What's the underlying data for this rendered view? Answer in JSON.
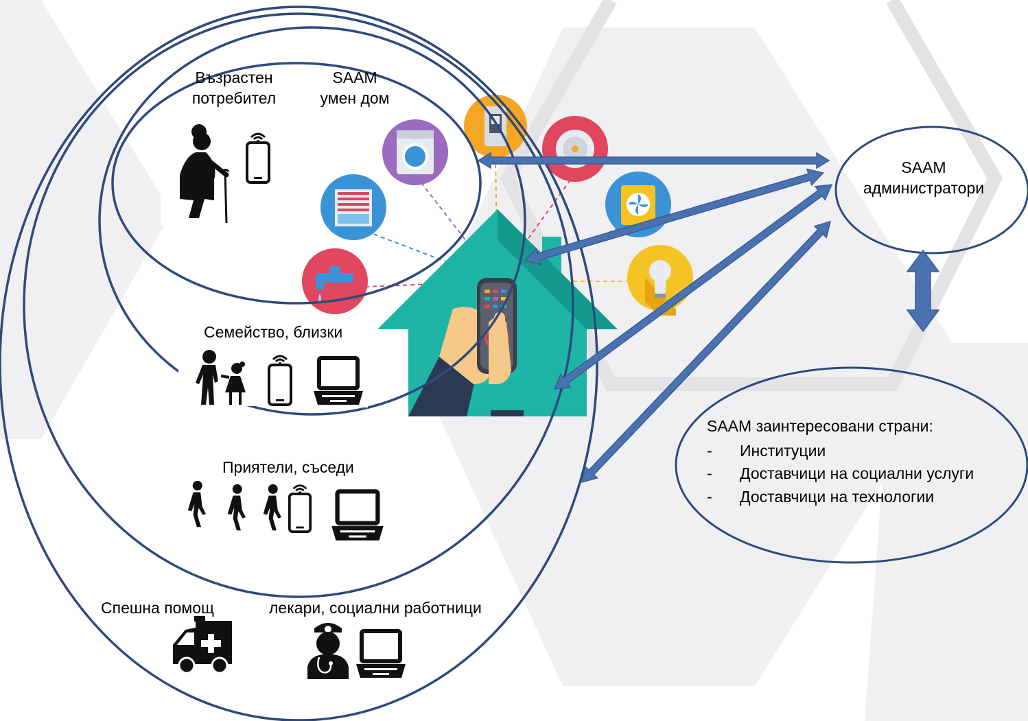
{
  "colors": {
    "ring": "#2e4a7d",
    "arrow_fill": "#4a72b0",
    "arrow_stroke": "#3a5d96",
    "house": "#1fb5a6",
    "house_dark": "#149a8c",
    "background_shape": "#f0f0f2"
  },
  "labels": {
    "elderly_user_line1": "Възрастен",
    "elderly_user_line2": "потребител",
    "smart_home_line1": "SAAM",
    "smart_home_line2": "умен дом",
    "family": "Семейство, близки",
    "friends": "Приятели, съседи",
    "emergency": "Спешна помощ",
    "doctors": "лекари, социални работници",
    "admins_line1": "SAAM",
    "admins_line2": "администратори"
  },
  "stakeholders": {
    "title": "SAAM заинтересовани страни:",
    "items": [
      "Институции",
      "Доставчици на социални услуги",
      "Доставчици на технологии"
    ],
    "bullet": "-"
  },
  "icons": {
    "elderly": "elderly-person-icon",
    "phone": "smartphone-icon",
    "laptop": "laptop-icon",
    "family": "adult-child-icon",
    "walker": "walking-person-icon",
    "ambulance": "ambulance-icon",
    "doctor": "doctor-icon",
    "house": "smart-house-remote-icon",
    "washer": "washing-machine-icon",
    "switch": "light-switch-icon",
    "alarm": "smoke-alarm-icon",
    "fan": "fan-icon",
    "bulb": "light-bulb-icon",
    "blinds": "window-blinds-icon",
    "faucet": "water-faucet-icon"
  }
}
